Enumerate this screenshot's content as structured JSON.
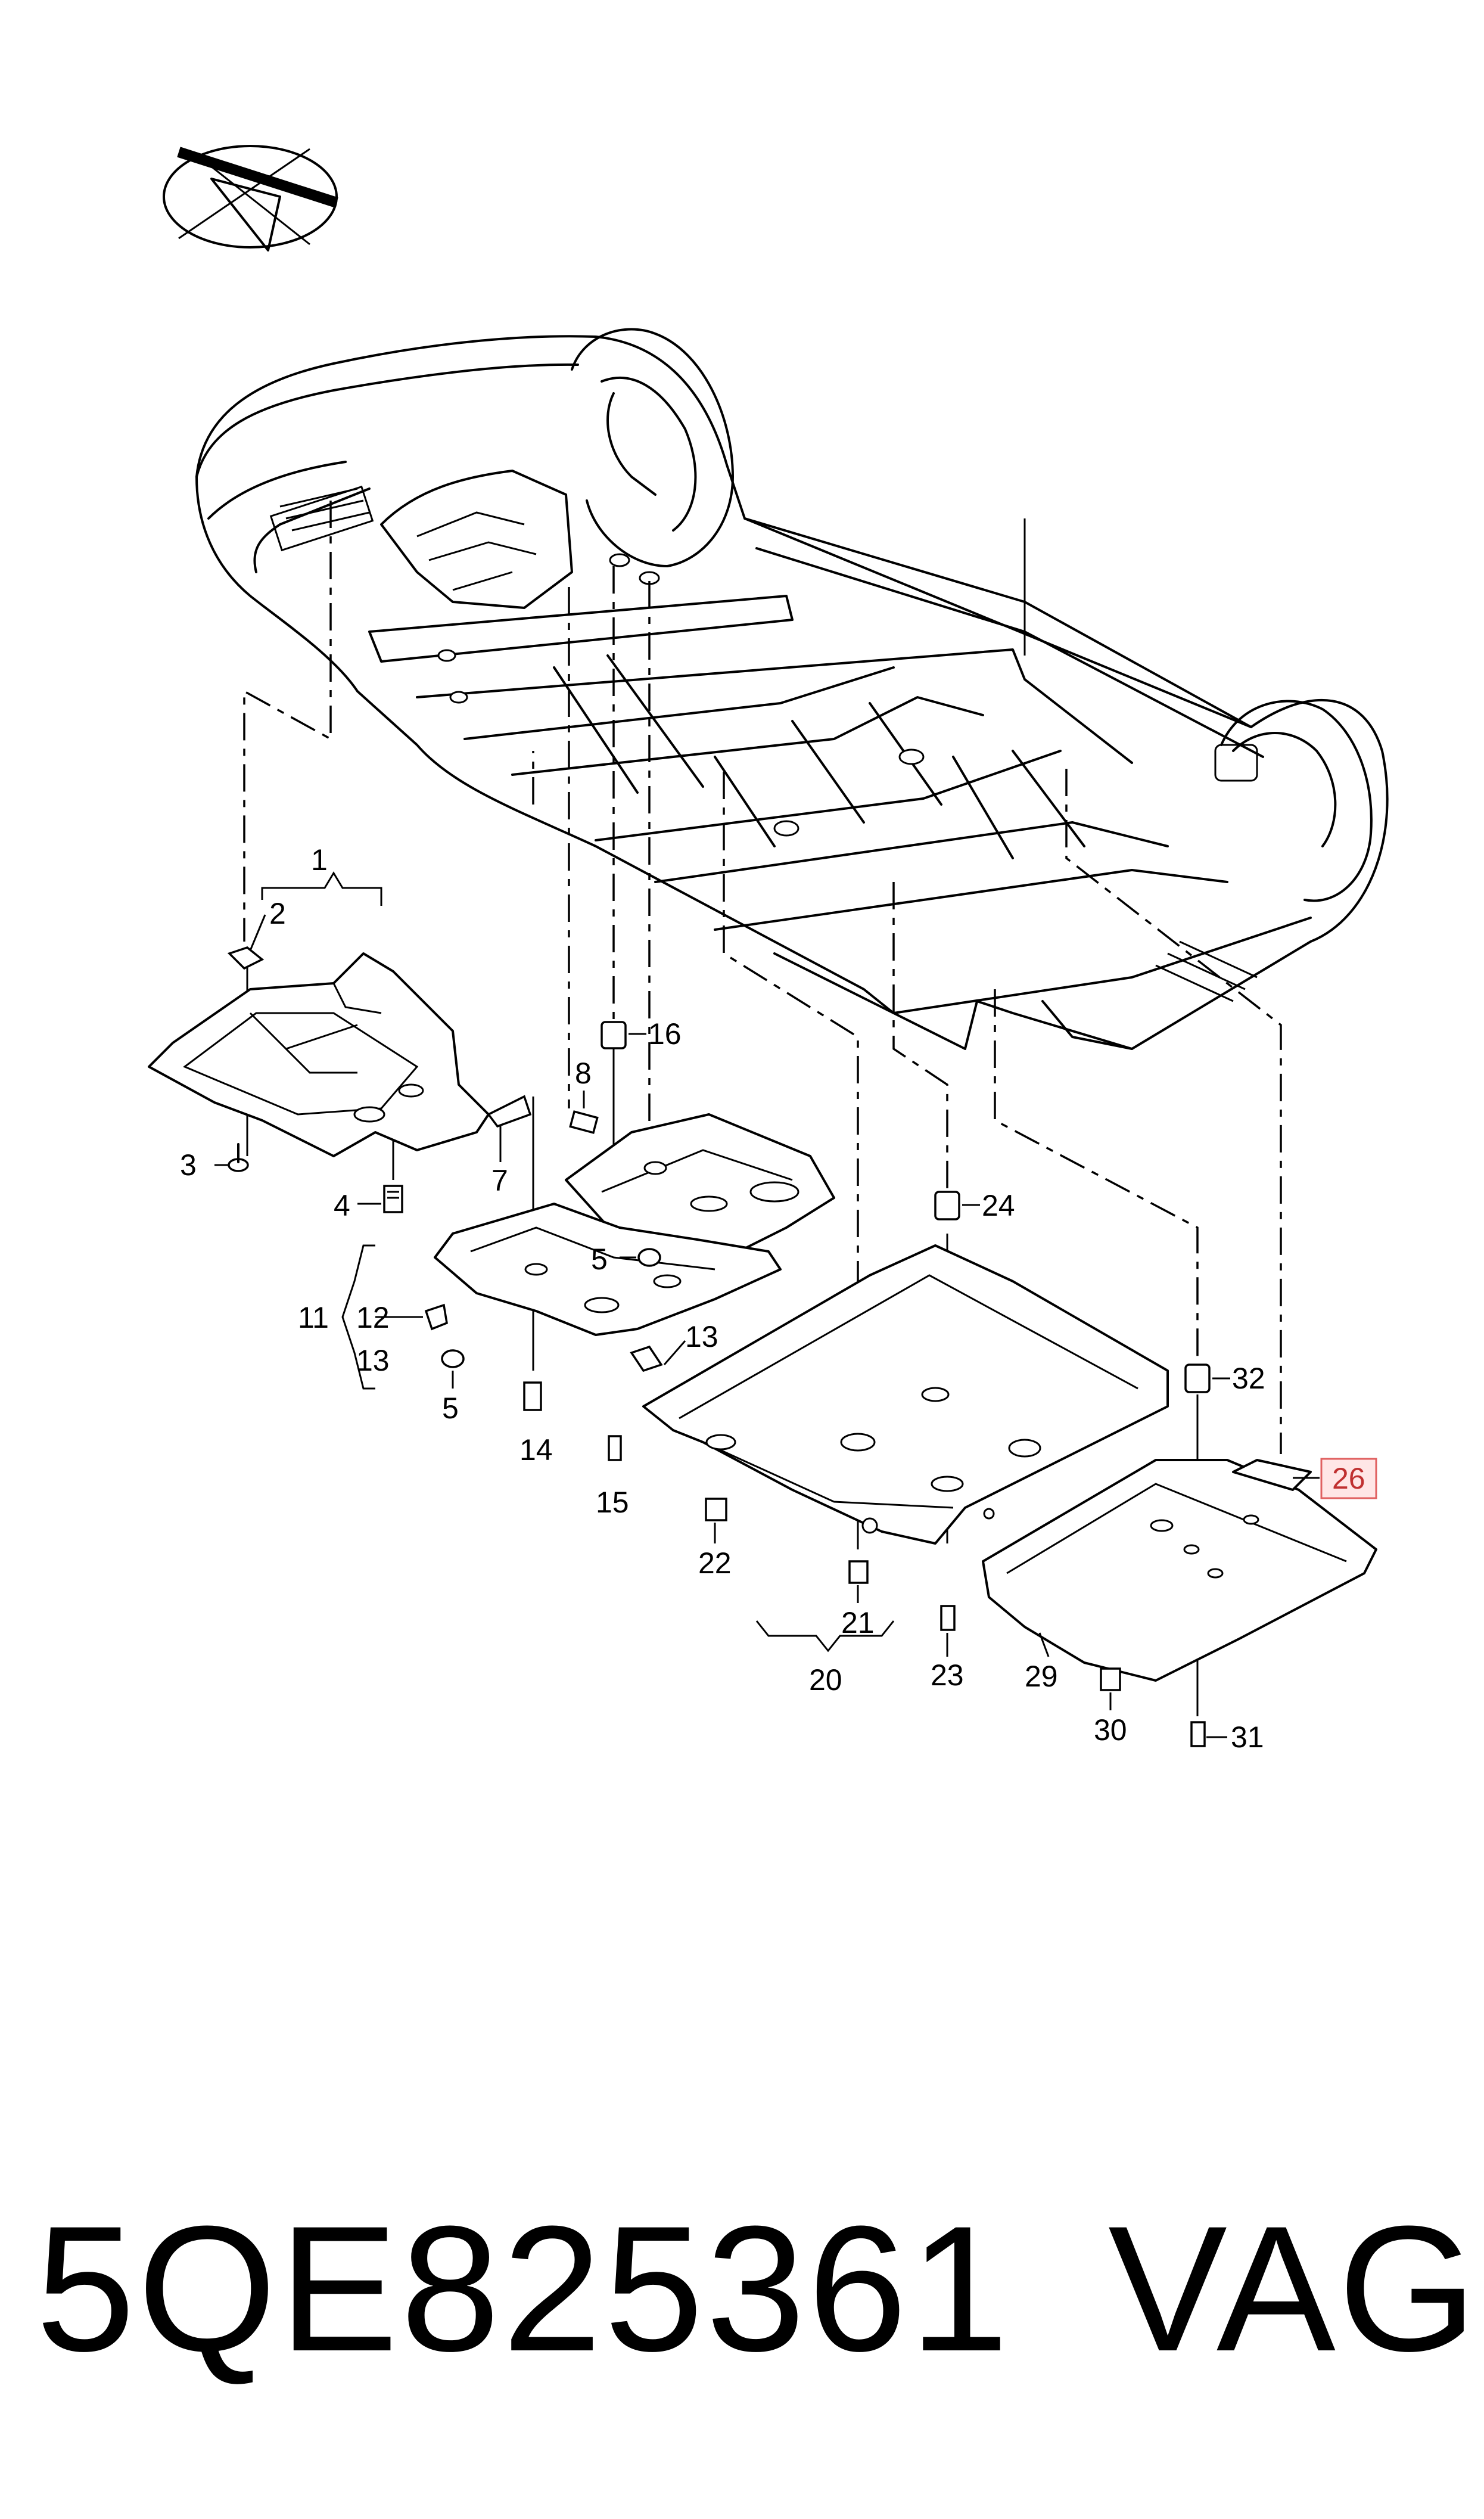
{
  "diagram": {
    "callouts": {
      "c1": "1",
      "c2": "2",
      "c3": "3",
      "c4": "4",
      "c5a": "5",
      "c5b": "5",
      "c7": "7",
      "c8": "8",
      "c11": "11",
      "c12": "12",
      "c13a": "13",
      "c13b": "13",
      "c14": "14",
      "c15": "15",
      "c16": "16",
      "c20": "20",
      "c21": "21",
      "c22": "22",
      "c23": "23",
      "c24": "24",
      "c26": "26",
      "c29": "29",
      "c30": "30",
      "c31": "31",
      "c32": "32"
    },
    "highlighted_callout": "26",
    "highlight_color": "#e06060"
  },
  "footer": {
    "part_number": "5QE825361",
    "brand": "VAG"
  }
}
